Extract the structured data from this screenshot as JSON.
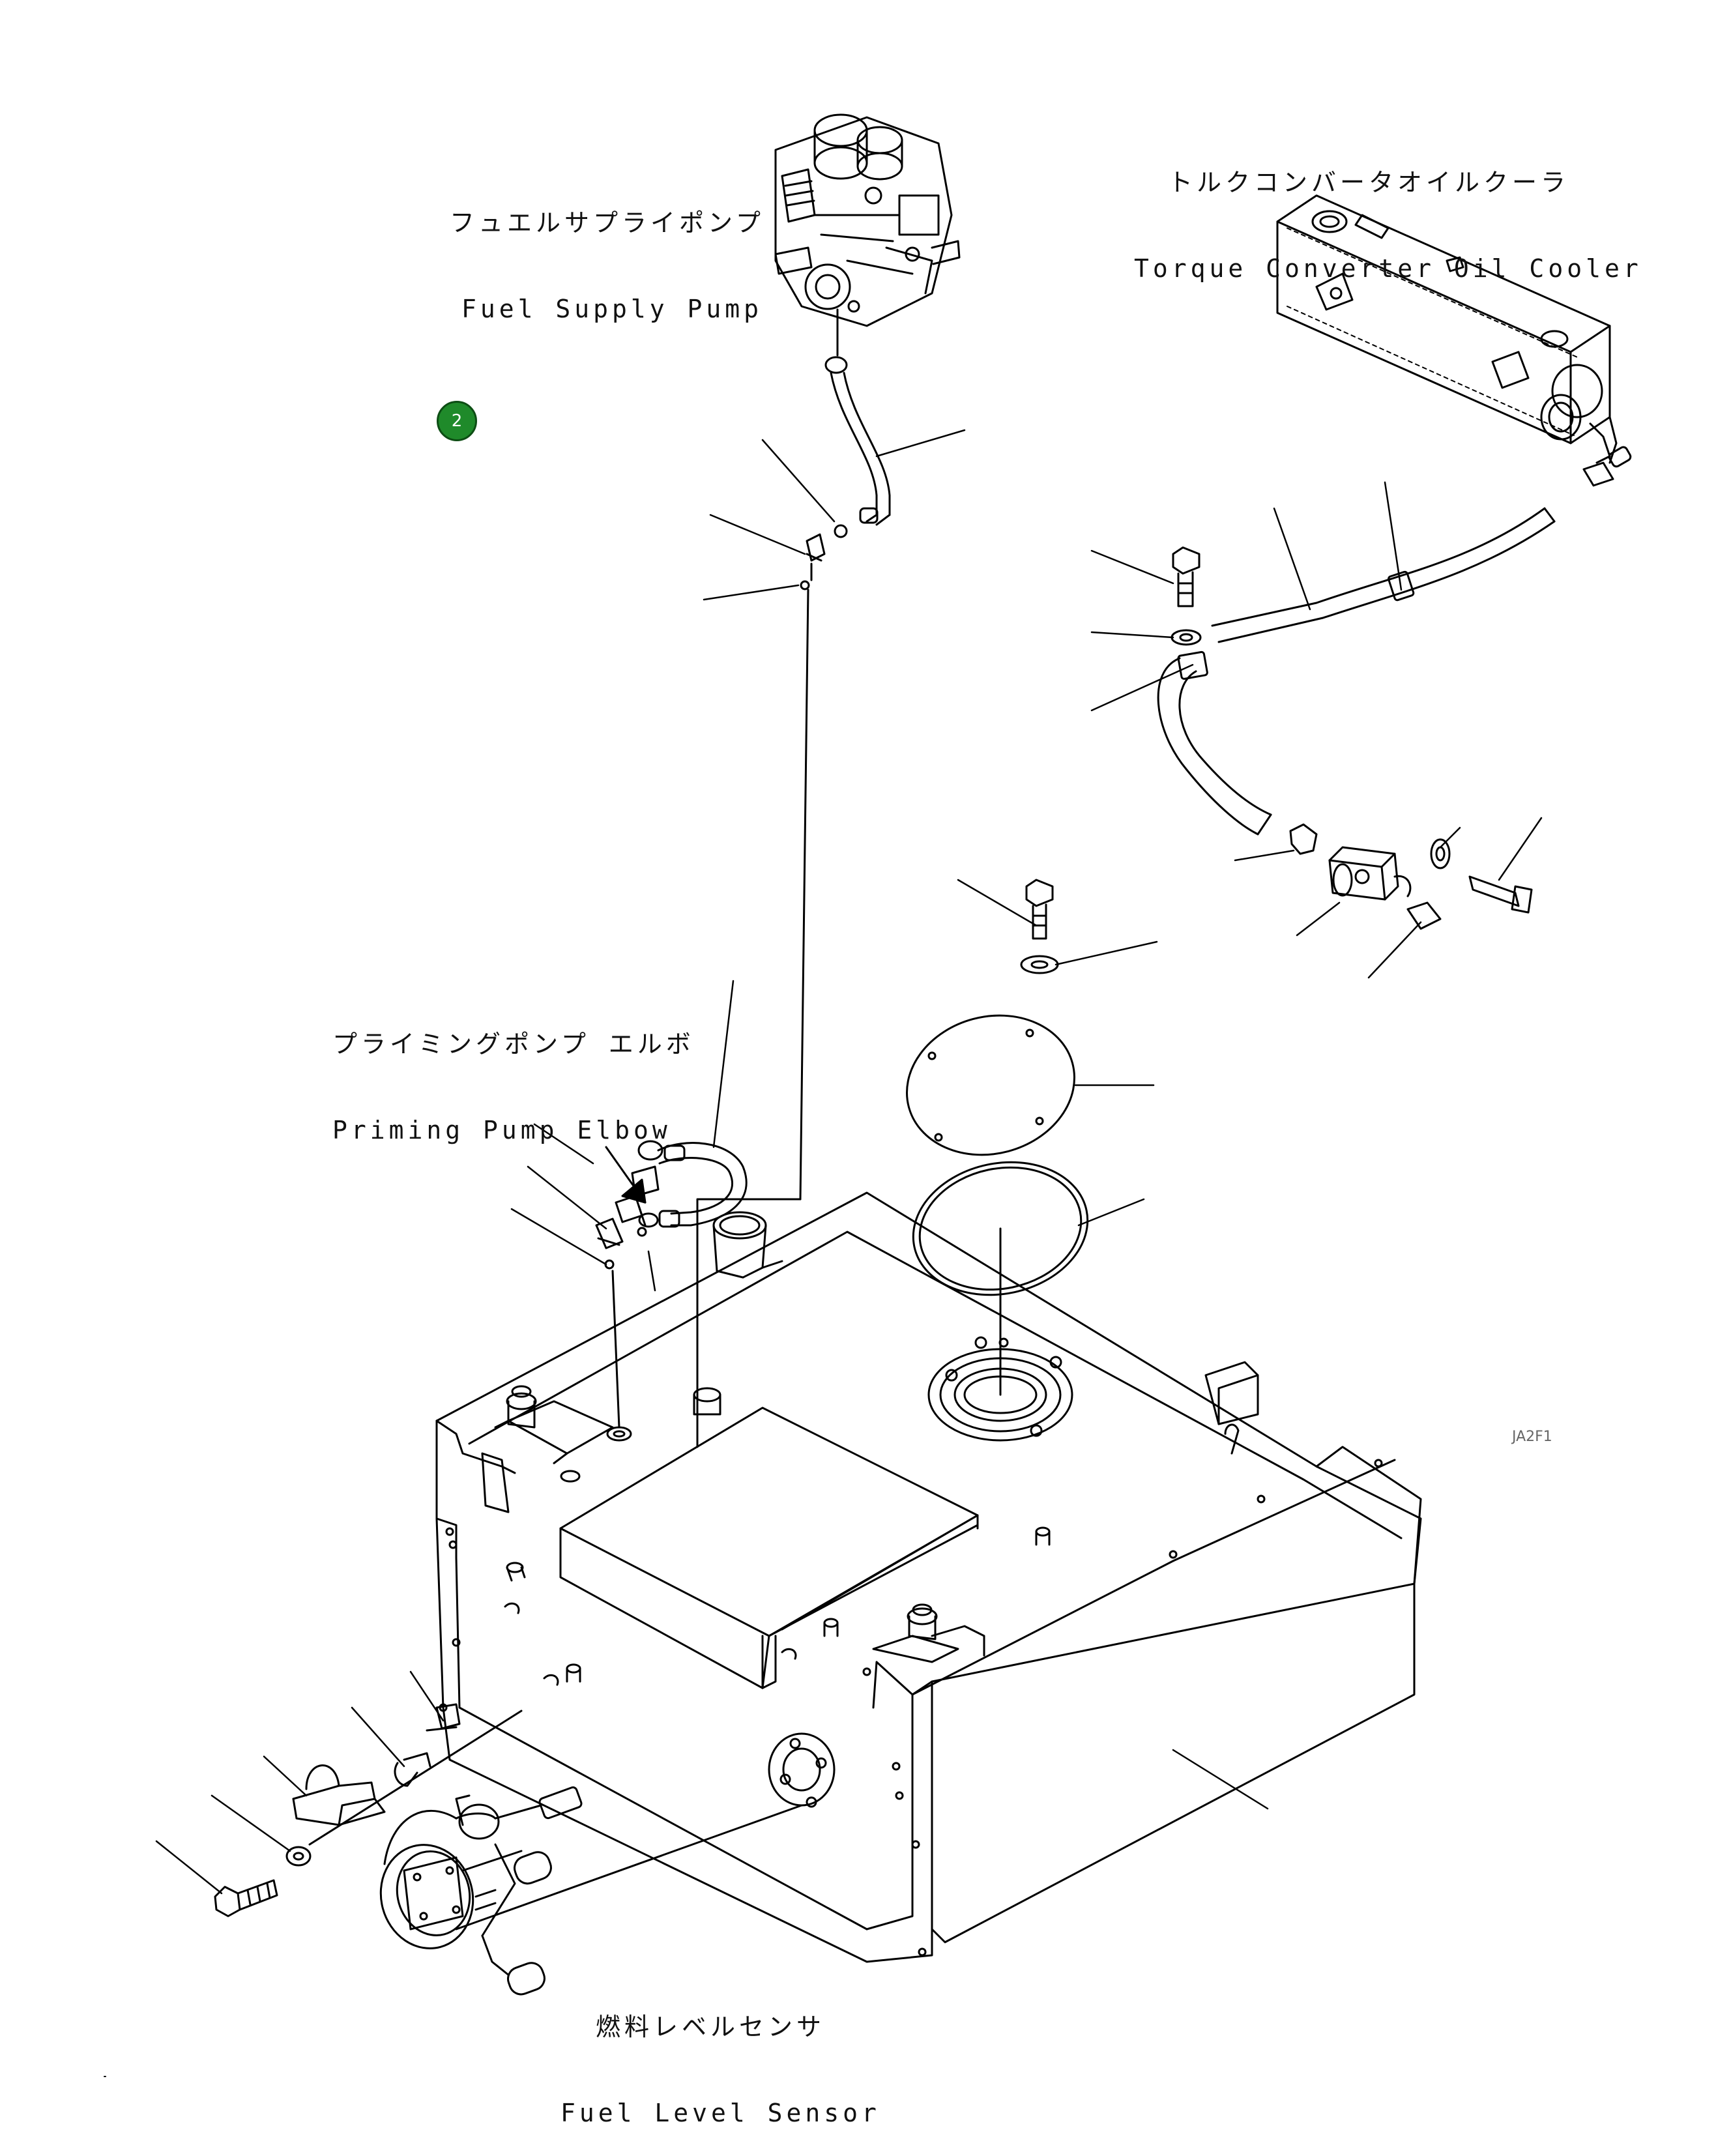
{
  "callouts": {
    "fuel_supply_pump": {
      "jp": "フュエルサプライポンプ",
      "en": "Fuel Supply Pump"
    },
    "torque_converter_oil_cooler": {
      "jp": "トルクコンバータオイルクーラ",
      "en": "Torque Converter Oil Cooler"
    },
    "priming_pump_elbow": {
      "jp": "プライミングポンプ エルボ",
      "en": "Priming Pump Elbow"
    },
    "fuel_level_sensor": {
      "jp": "燃料レベルセンサ",
      "en": "Fuel Level Sensor"
    }
  },
  "badge": {
    "number": "2",
    "color": "#1f8a2a"
  },
  "figure_id": "JA2F1",
  "colors": {
    "line": "#000000",
    "background": "#ffffff"
  }
}
